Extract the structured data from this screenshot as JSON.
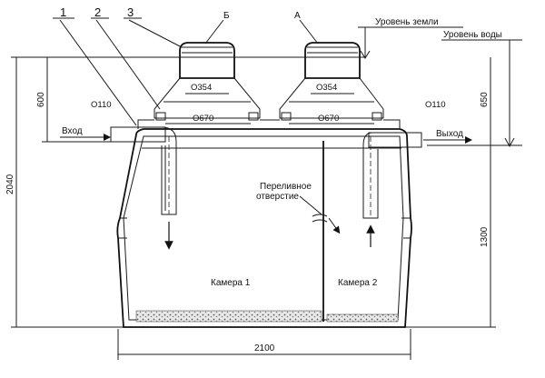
{
  "callouts": {
    "n1": "1",
    "n2": "2",
    "n3": "3",
    "b": "Б",
    "a": "А"
  },
  "levels": {
    "ground": "Уровень земли",
    "water": "Уровень воды"
  },
  "diameters": {
    "neck_left": "О354",
    "neck_right": "О354",
    "hatch_left": "О670",
    "hatch_right": "О670",
    "pipe_in": "О110",
    "pipe_out": "О110"
  },
  "flow": {
    "inlet": "Вход",
    "outlet": "Выход"
  },
  "overflow": {
    "line1": "Переливное",
    "line2": "отверстие"
  },
  "chambers": {
    "c1": "Камера 1",
    "c2": "Камера 2"
  },
  "dimensions": {
    "total_height": "2040",
    "neck_height": "600",
    "top_to_water": "650",
    "lower_height": "1300",
    "width": "2100"
  }
}
